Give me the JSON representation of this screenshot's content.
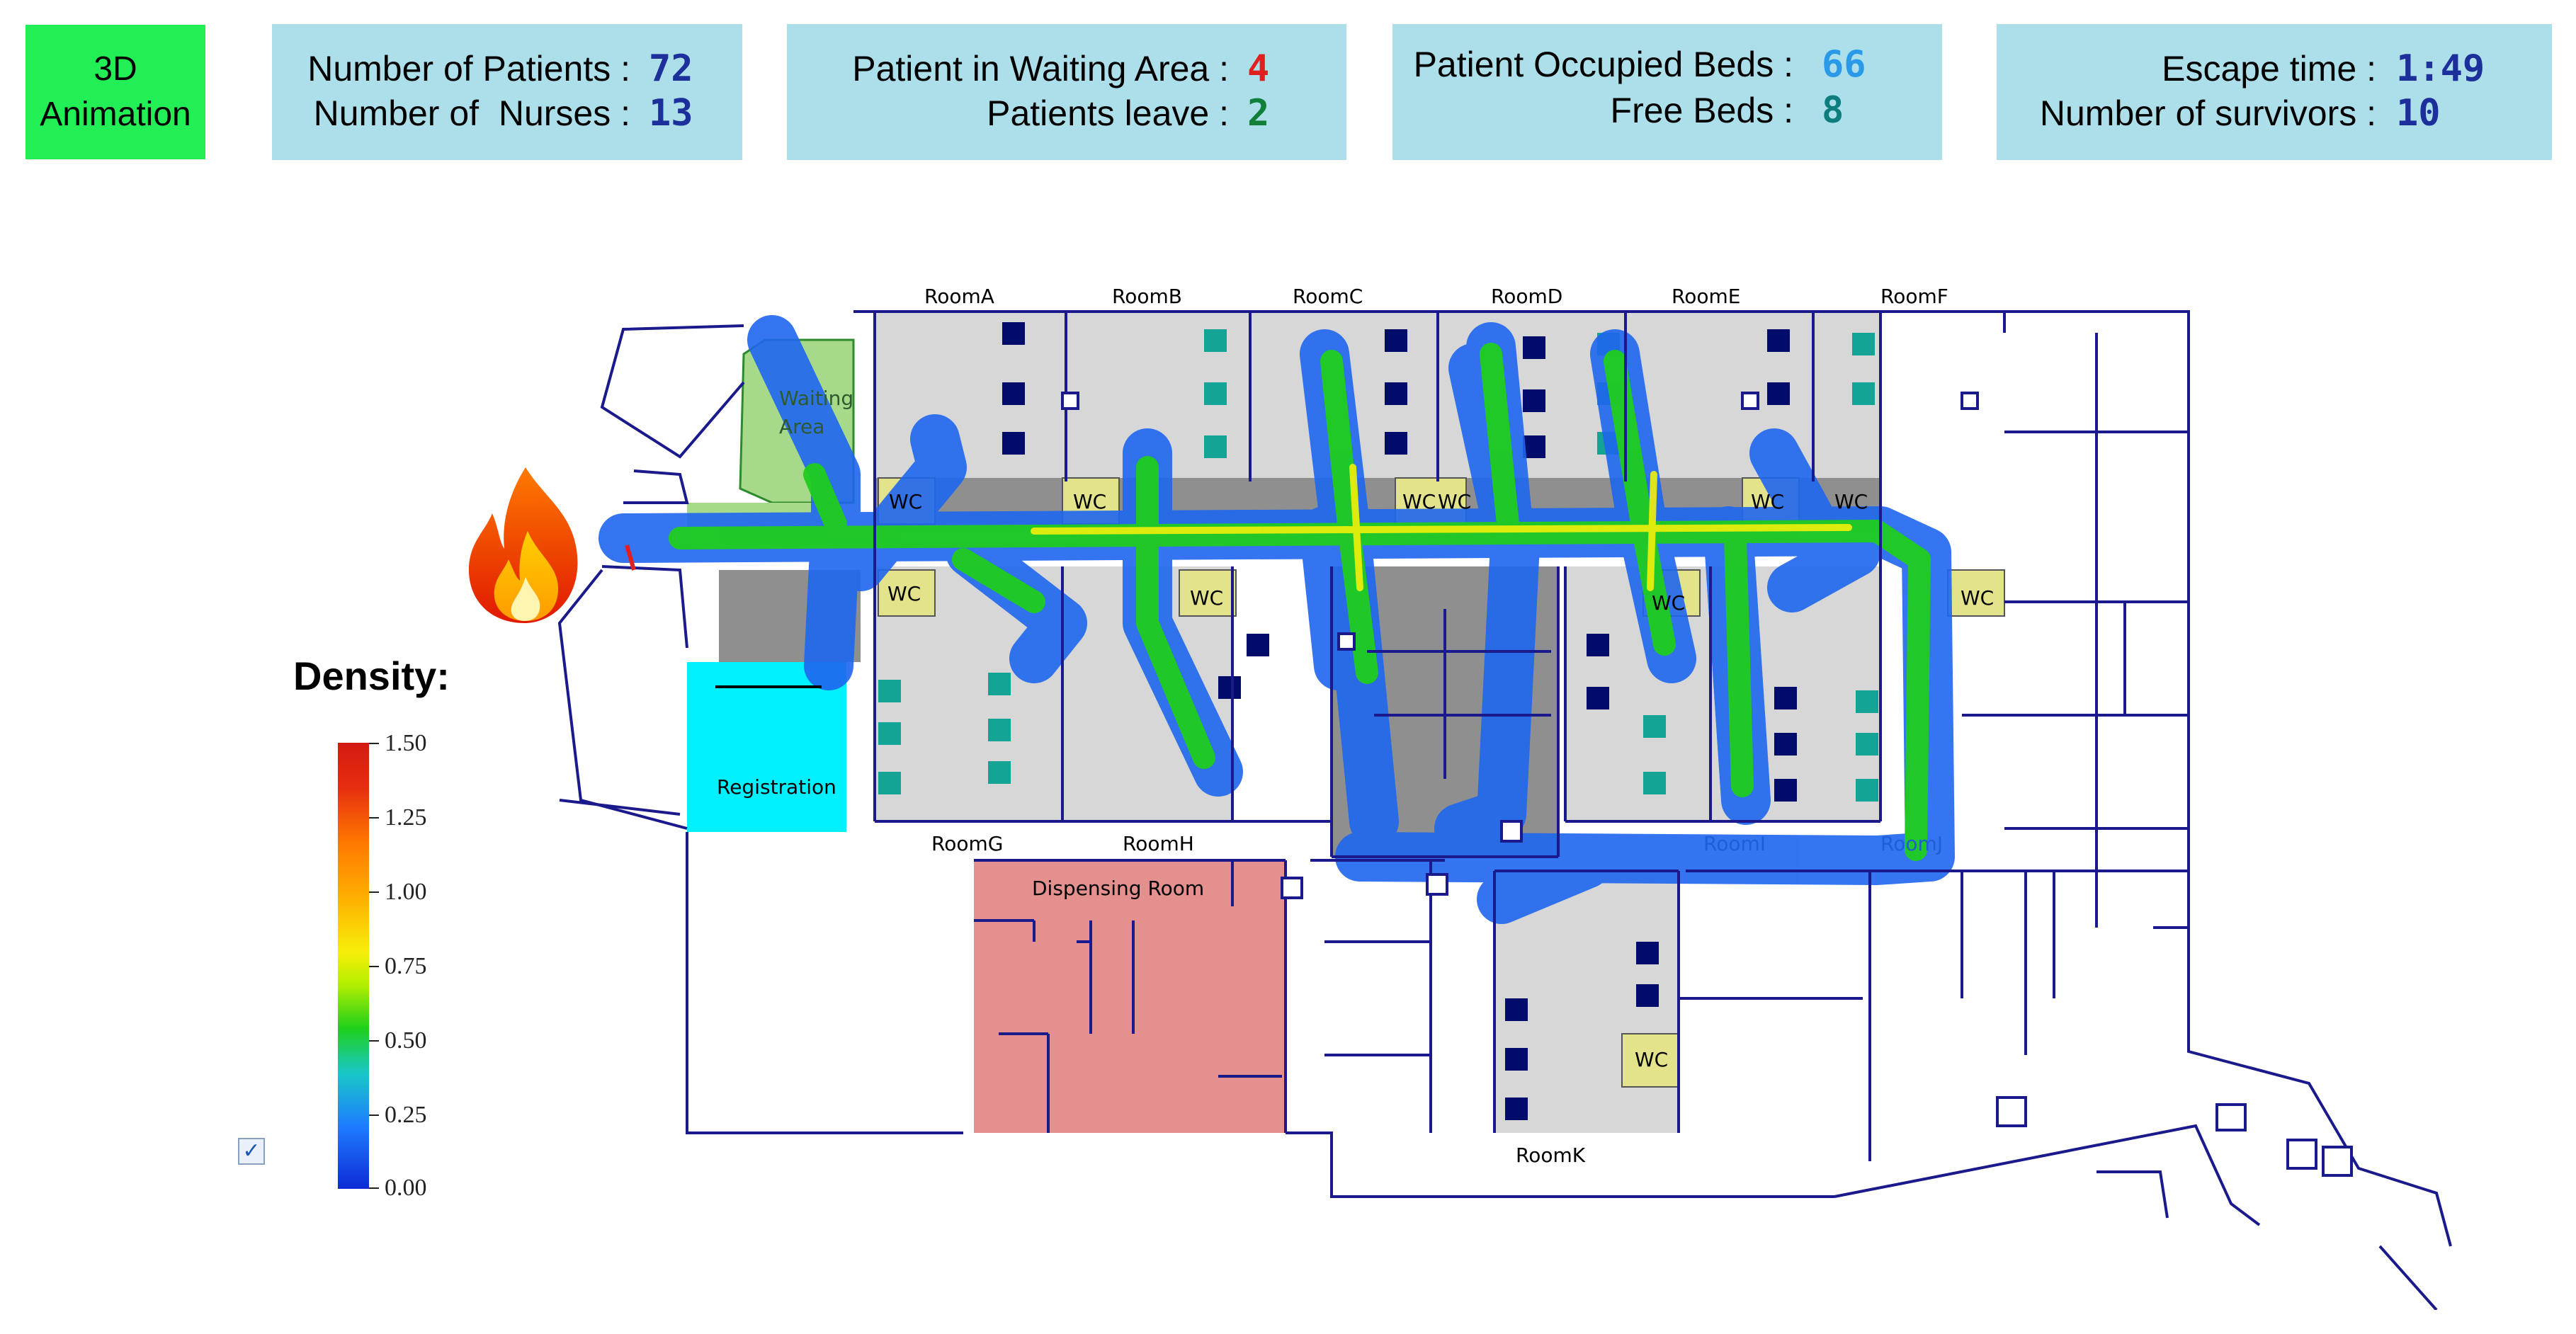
{
  "buttons": {
    "animation_3d_line1": "3D",
    "animation_3d_line2": "Animation"
  },
  "panels": {
    "staff": {
      "patients_label": "Number of Patients :",
      "patients_value": "72",
      "nurses_label": "Number of  Nurses :",
      "nurses_value": "13"
    },
    "waiting": {
      "waiting_label": "Patient in Waiting Area :",
      "waiting_value": "4",
      "leave_label": "Patients leave :",
      "leave_value": "2"
    },
    "beds": {
      "occupied_label": "Patient Occupied Beds :",
      "occupied_value": "66",
      "free_label": "Free Beds :",
      "free_value": "8"
    },
    "escape": {
      "time_label": "Escape time :",
      "time_value": "1:49",
      "survivors_label": "Number of survivors :",
      "survivors_value": "10"
    }
  },
  "floorplan": {
    "rooms": {
      "a": "RoomA",
      "b": "RoomB",
      "c": "RoomC",
      "d": "RoomD",
      "e": "RoomE",
      "f": "RoomF",
      "g": "RoomG",
      "h": "RoomH",
      "i": "RoomI",
      "j": "RoomJ",
      "k": "RoomK"
    },
    "areas": {
      "waiting_area": "Waiting Area",
      "registration": "Registration",
      "dispensing_room": "Dispensing Room"
    },
    "wc_label": "WC",
    "colors": {
      "wall": "#1a1a8c",
      "waiting_area": "#a6d98a",
      "registration": "#00f0ff",
      "dispensing_room": "#e3908e",
      "room_floor": "#d7d7d7",
      "core_floor": "#8f8f8f",
      "wc_fill": "#e2e38a",
      "bed_dark": "#000c6a",
      "bed_teal": "#14a495"
    }
  },
  "density_legend": {
    "title": "Density:",
    "ticks": [
      "1.50",
      "1.25",
      "1.00",
      "0.75",
      "0.50",
      "0.25",
      "0.00"
    ],
    "max": 1.5,
    "min": 0.0
  },
  "icons": {
    "fire": "fire-icon",
    "checkbox": "check-icon"
  },
  "checkbox_checked": true
}
